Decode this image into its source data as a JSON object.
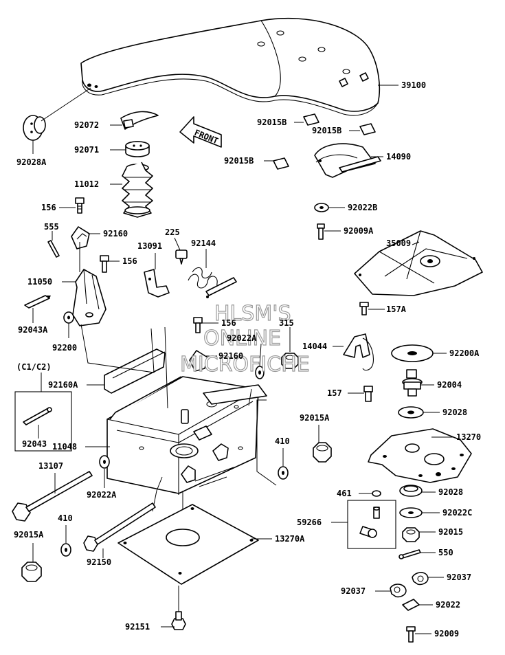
{
  "watermark": {
    "line1": "HLSM'S",
    "line2": "ONLINE",
    "line3": "MICROFICHE"
  },
  "front_arrow_label": "FRONT",
  "inset_label": "(C1/C2)",
  "parts": [
    {
      "id": "39100",
      "label": "39100"
    },
    {
      "id": "92028A",
      "label": "92028A"
    },
    {
      "id": "92072",
      "label": "92072"
    },
    {
      "id": "92015B-a",
      "label": "92015B"
    },
    {
      "id": "92015B-b",
      "label": "92015B"
    },
    {
      "id": "92071",
      "label": "92071"
    },
    {
      "id": "14090",
      "label": "14090"
    },
    {
      "id": "92015B-c",
      "label": "92015B"
    },
    {
      "id": "11012",
      "label": "11012"
    },
    {
      "id": "92022B",
      "label": "92022B"
    },
    {
      "id": "156-a",
      "label": "156"
    },
    {
      "id": "92009A",
      "label": "92009A"
    },
    {
      "id": "555",
      "label": "555"
    },
    {
      "id": "92160-a",
      "label": "92160"
    },
    {
      "id": "225",
      "label": "225"
    },
    {
      "id": "13091",
      "label": "13091"
    },
    {
      "id": "92144",
      "label": "92144"
    },
    {
      "id": "35009",
      "label": "35009"
    },
    {
      "id": "156-b",
      "label": "156"
    },
    {
      "id": "11050",
      "label": "11050"
    },
    {
      "id": "157A",
      "label": "157A"
    },
    {
      "id": "92043A",
      "label": "92043A"
    },
    {
      "id": "156-c",
      "label": "156"
    },
    {
      "id": "315",
      "label": "315"
    },
    {
      "id": "92200",
      "label": "92200"
    },
    {
      "id": "92022A-a",
      "label": "92022A"
    },
    {
      "id": "14044",
      "label": "14044"
    },
    {
      "id": "92200A",
      "label": "92200A"
    },
    {
      "id": "92160-b",
      "label": "92160"
    },
    {
      "id": "92160A",
      "label": "92160A"
    },
    {
      "id": "92004",
      "label": "92004"
    },
    {
      "id": "157",
      "label": "157"
    },
    {
      "id": "92028-a",
      "label": "92028"
    },
    {
      "id": "92043",
      "label": "92043"
    },
    {
      "id": "92015A-a",
      "label": "92015A"
    },
    {
      "id": "13270",
      "label": "13270"
    },
    {
      "id": "11048",
      "label": "11048"
    },
    {
      "id": "410-a",
      "label": "410"
    },
    {
      "id": "13107",
      "label": "13107"
    },
    {
      "id": "92022A-b",
      "label": "92022A"
    },
    {
      "id": "461",
      "label": "461"
    },
    {
      "id": "92028-b",
      "label": "92028"
    },
    {
      "id": "59266",
      "label": "59266"
    },
    {
      "id": "92022C",
      "label": "92022C"
    },
    {
      "id": "92015A-b",
      "label": "92015A"
    },
    {
      "id": "410-b",
      "label": "410"
    },
    {
      "id": "92015",
      "label": "92015"
    },
    {
      "id": "13270A",
      "label": "13270A"
    },
    {
      "id": "550",
      "label": "550"
    },
    {
      "id": "92150",
      "label": "92150"
    },
    {
      "id": "92037-a",
      "label": "92037"
    },
    {
      "id": "92037-b",
      "label": "92037"
    },
    {
      "id": "92022",
      "label": "92022"
    },
    {
      "id": "92151",
      "label": "92151"
    },
    {
      "id": "92009",
      "label": "92009"
    }
  ]
}
